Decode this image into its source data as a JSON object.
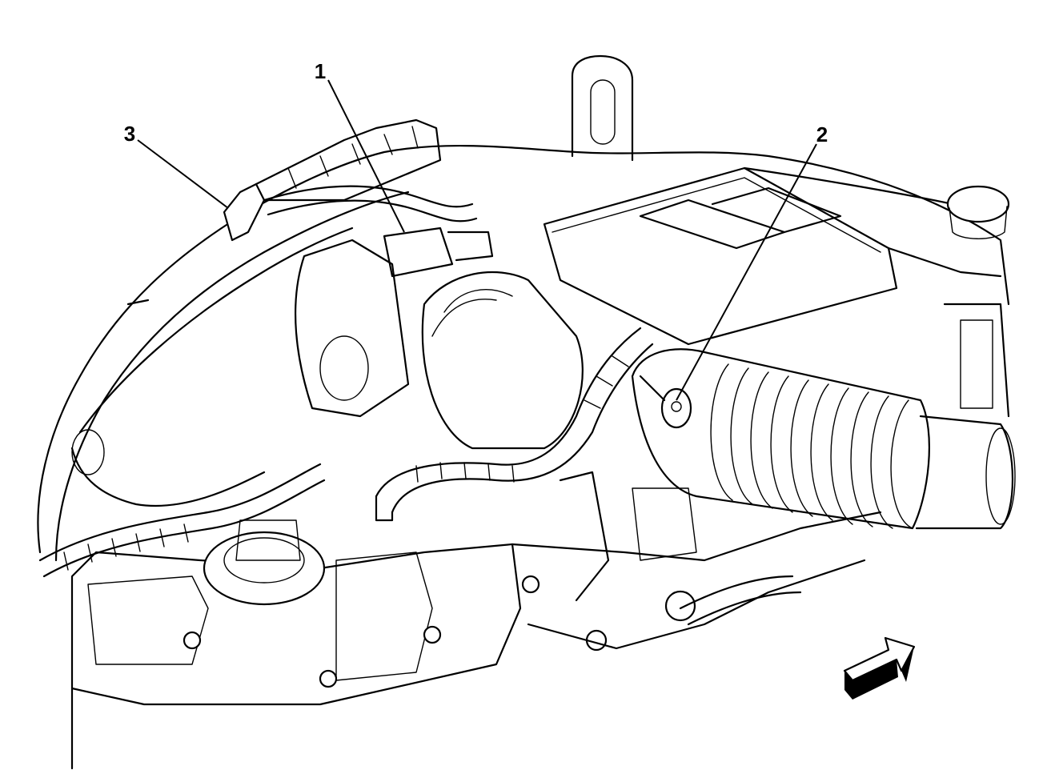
{
  "callouts": [
    {
      "id": "1",
      "label": "1"
    },
    {
      "id": "2",
      "label": "2"
    },
    {
      "id": "3",
      "label": "3"
    }
  ],
  "colors": {
    "ink": "#000000",
    "paper": "#ffffff"
  },
  "icons": {
    "direction_arrow": "front-direction-arrow-icon"
  }
}
